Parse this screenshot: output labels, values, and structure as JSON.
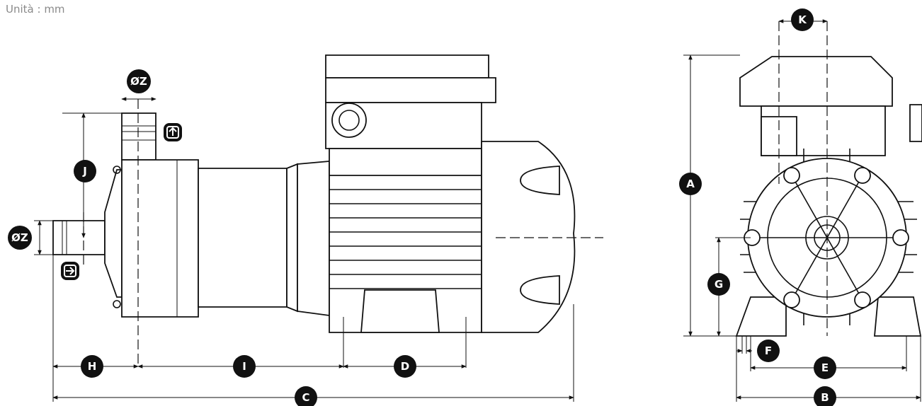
{
  "units_text": "Unità : mm",
  "dimension_labels": {
    "A": "A",
    "B": "B",
    "C": "C",
    "D": "D",
    "E": "E",
    "F": "F",
    "G": "G",
    "H": "H",
    "I": "I",
    "J": "J",
    "K": "K",
    "Z_top": "ØZ",
    "Z_side": "ØZ"
  },
  "icons": {
    "outlet": "outlet-arrow-up-icon",
    "inlet": "inlet-arrow-in-icon"
  }
}
